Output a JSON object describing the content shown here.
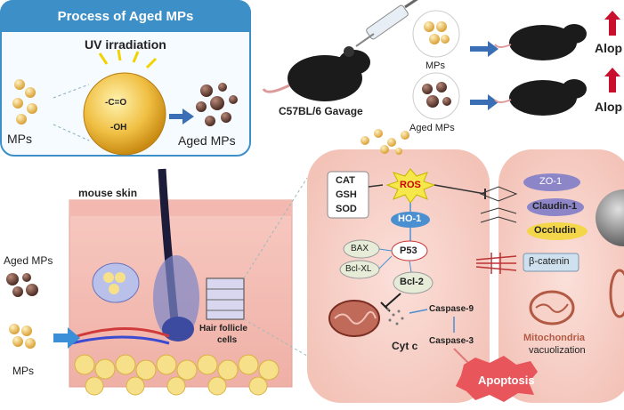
{
  "process_panel": {
    "title": "Process of Aged MPs",
    "uv_label": "UV irradiation",
    "group1": "-C=O",
    "group2": "-OH",
    "mps_label": "MPs",
    "aged_label": "Aged MPs"
  },
  "gavage": {
    "label": "C57BL/6 Gavage",
    "mps_label": "MPs",
    "aged_label": "Aged MPs",
    "outcome_top": "Alop",
    "outcome_bottom": "Alop"
  },
  "skin": {
    "title": "mouse skin",
    "aged_label": "Aged MPs",
    "mps_label": "MPs",
    "cells_label_1": "Hair follicle",
    "cells_label_2": "cells"
  },
  "pathway": {
    "antioxidants": [
      "CAT",
      "GSH",
      "SOD"
    ],
    "ros": "ROS",
    "ho1": "HO-1",
    "bax": "BAX",
    "bclxl": "Bcl-XL",
    "p53": "P53",
    "bcl2": "Bcl-2",
    "caspase9": "Caspase-9",
    "caspase3": "Caspase-3",
    "cytc": "Cyt c",
    "apoptosis": "Apoptosis"
  },
  "junctions": {
    "zo1": "ZO-1",
    "claudin": "Claudin-1",
    "occludin": "Occludin",
    "catenin": "β-catenin",
    "mito_1": "Mitochondria",
    "mito_2": "vacuolization"
  }
}
